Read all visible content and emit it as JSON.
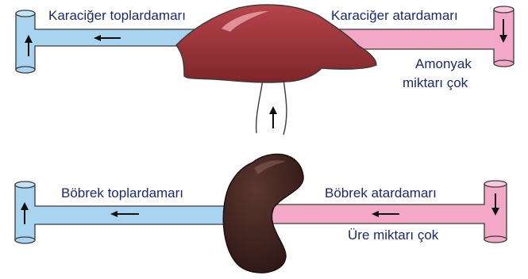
{
  "labels": {
    "liver_vein": "Karaciğer toplardamarı",
    "liver_artery": "Karaciğer atardamarı",
    "ammonia_line1": "Amonyak",
    "ammonia_line2": "miktarı çok",
    "kidney_vein": "Böbrek toplardamarı",
    "kidney_artery": "Böbrek atardamarı",
    "urea": "Üre miktarı çok"
  },
  "colors": {
    "vein": "#a8d4f0",
    "artery": "#f4a8c8",
    "liver": "#9c3238",
    "kidney": "#3e2420",
    "outline": "#3a3a3a",
    "text": "#1a2a6c"
  }
}
